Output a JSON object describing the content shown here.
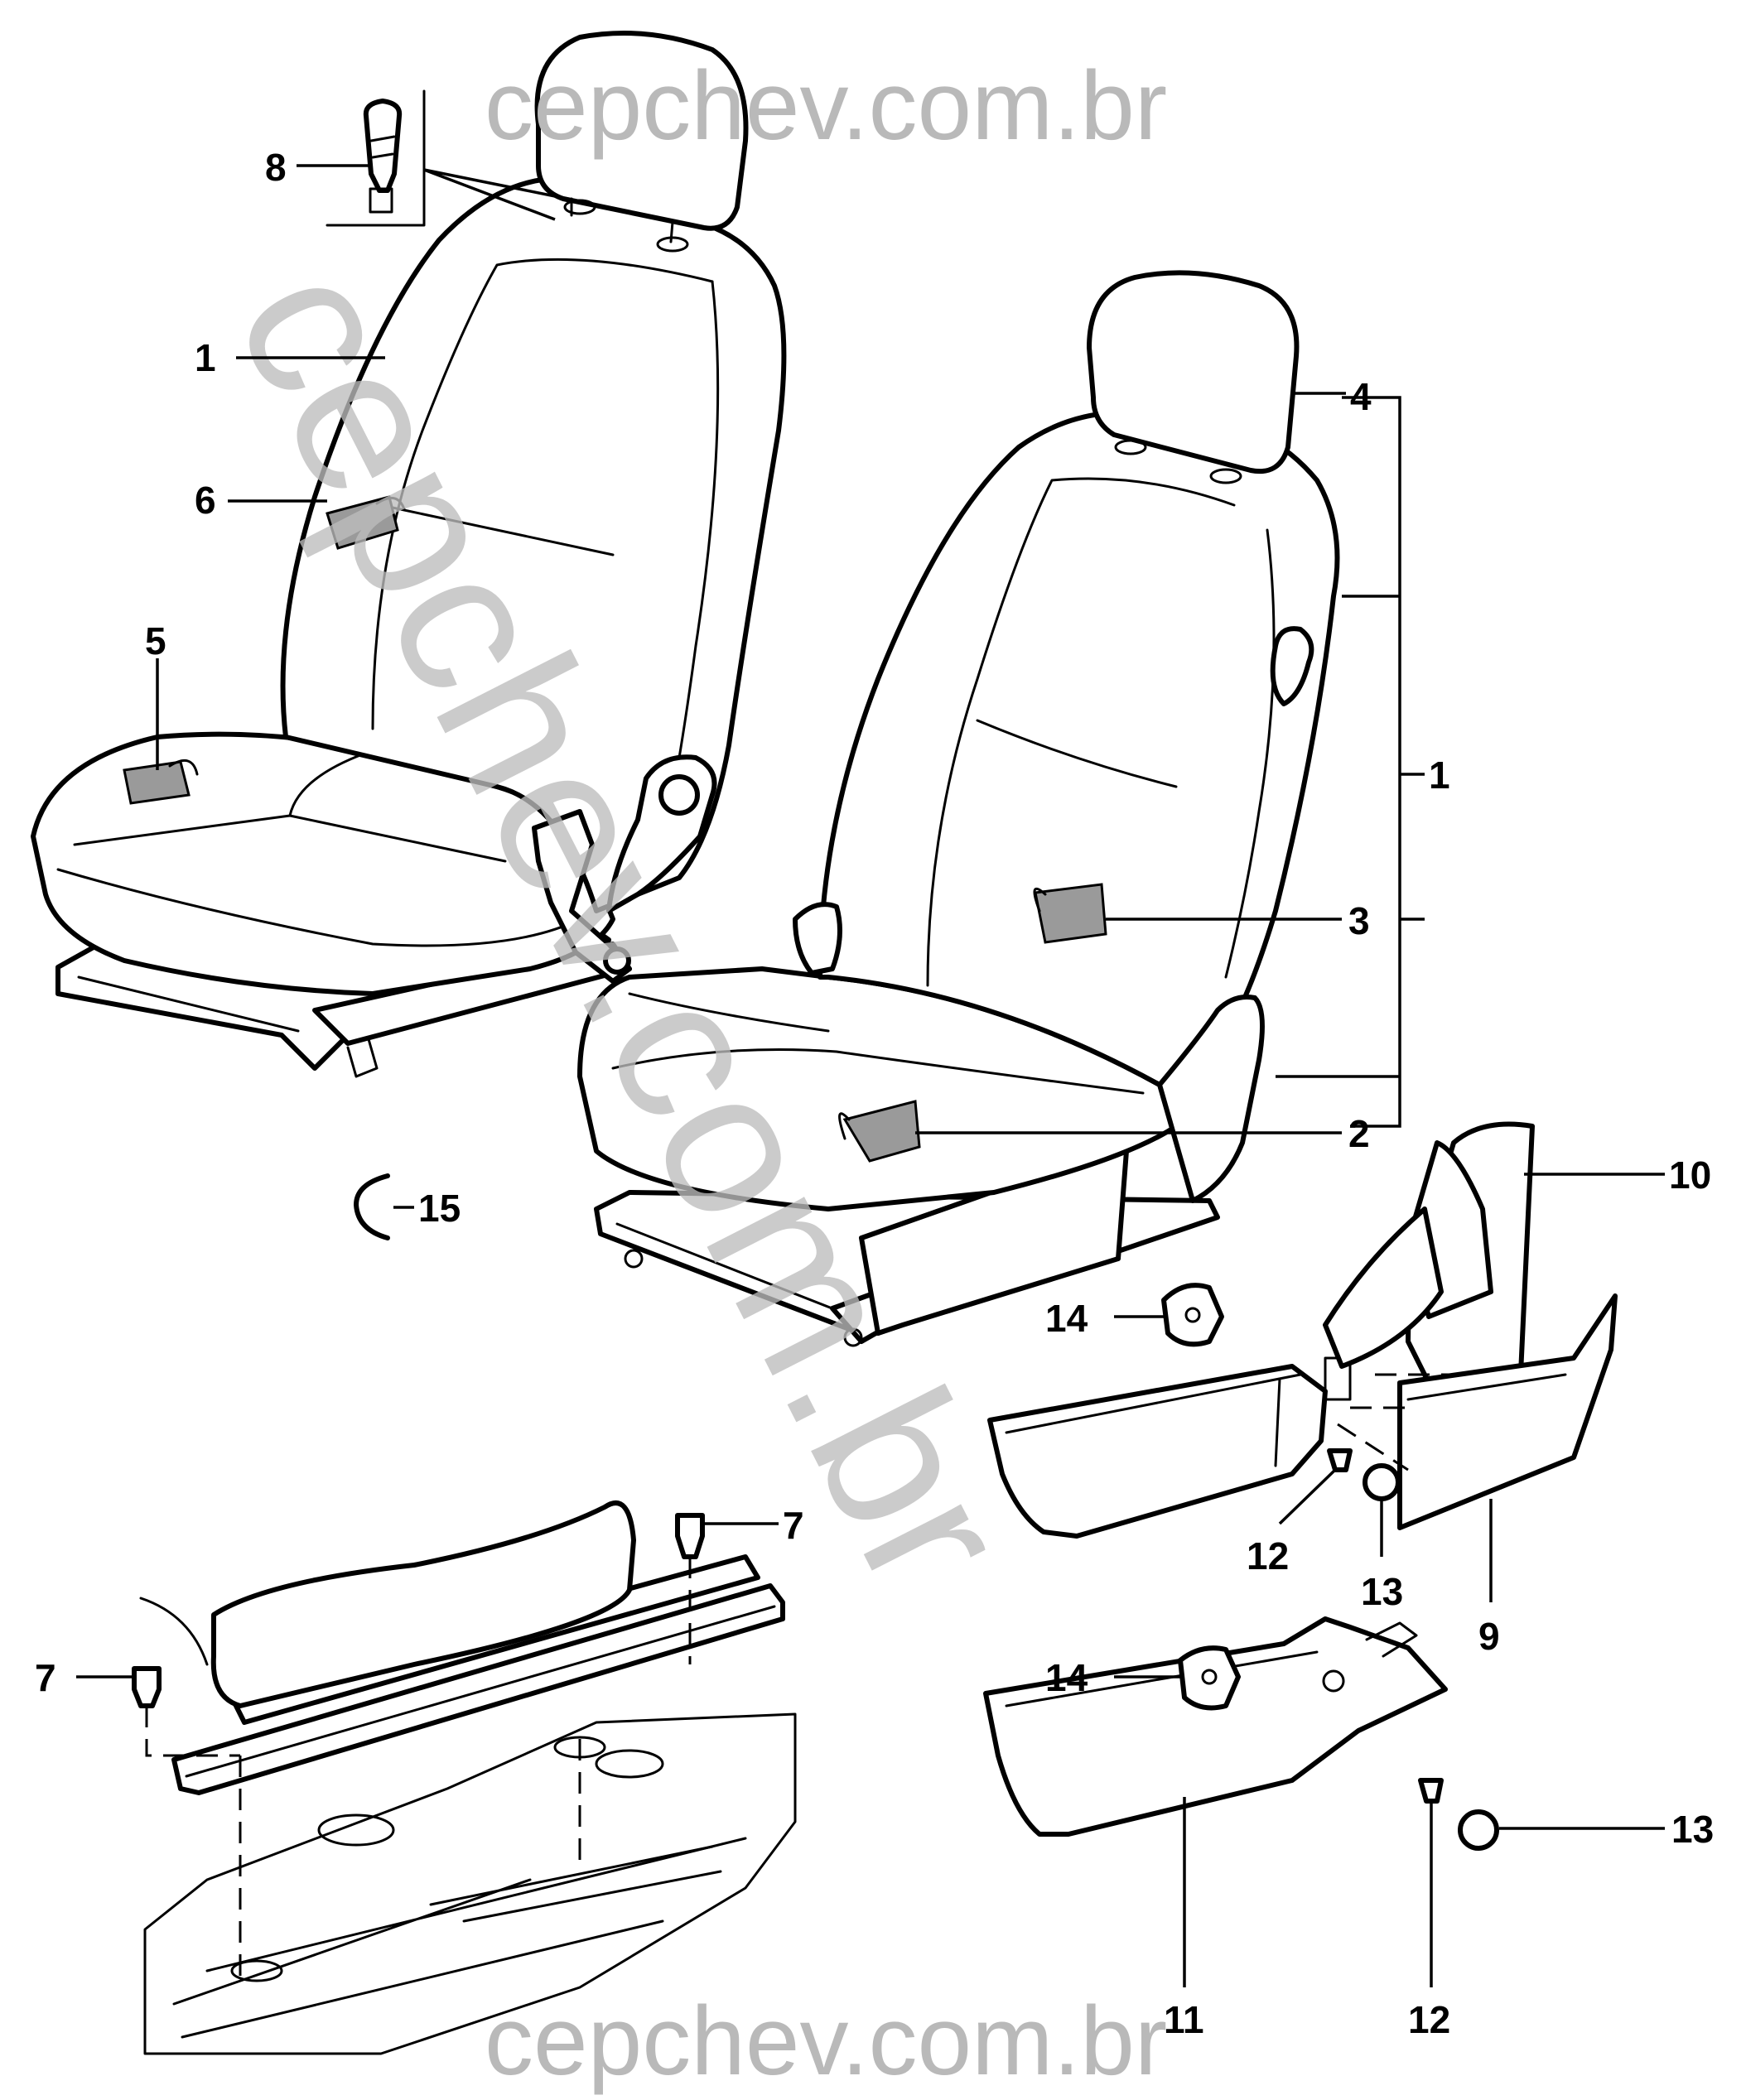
{
  "watermarks": {
    "top": "cepchev.com.br",
    "bottom": "cepchev.com.br",
    "diagonal": "cepchev.com.br"
  },
  "callouts": {
    "c1_left": "1",
    "c1_right": "1",
    "c2": "2",
    "c3": "3",
    "c4": "4",
    "c5": "5",
    "c6": "6",
    "c7_top": "7",
    "c7_left": "7",
    "c8": "8",
    "c9": "9",
    "c10": "10",
    "c11": "11",
    "c12_upper": "12",
    "c12_lower": "12",
    "c13_upper": "13",
    "c13_lower": "13",
    "c14_upper": "14",
    "c14_lower": "14",
    "c15": "15"
  },
  "colors": {
    "line": "#000000",
    "watermark": "#bdbdbd",
    "background": "#ffffff"
  }
}
